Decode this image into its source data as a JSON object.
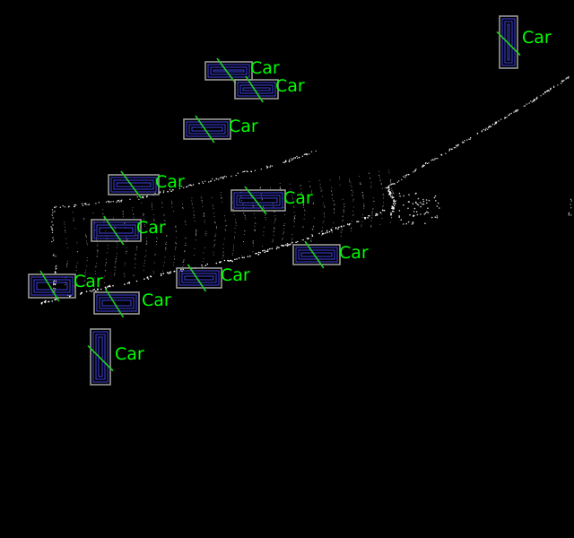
{
  "colors": {
    "background": "#000000",
    "points": "#ffffff",
    "box_outer": "#9a9a9a",
    "box_inner": "#3a3acc",
    "heading": "#22cc22",
    "label": "#00ff00"
  },
  "detections": [
    {
      "label": "Car"
    },
    {
      "label": "Car"
    },
    {
      "label": "Car"
    },
    {
      "label": "Car"
    },
    {
      "label": "Car"
    },
    {
      "label": "Car"
    },
    {
      "label": "Car"
    },
    {
      "label": "Car"
    },
    {
      "label": "Car"
    },
    {
      "label": "Car"
    },
    {
      "label": "Car"
    },
    {
      "label": "Car"
    }
  ]
}
